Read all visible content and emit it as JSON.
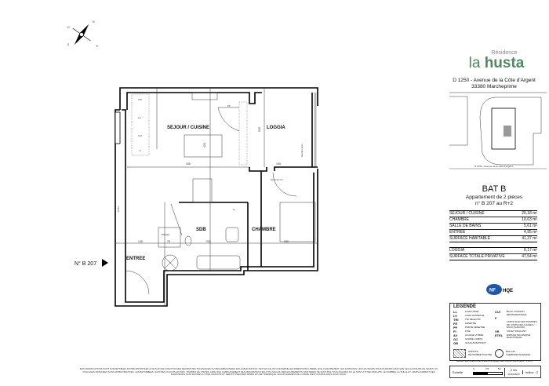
{
  "brand": {
    "prefix": "Résidence",
    "name_light": "la",
    "name_bold": "husta",
    "color": "#4e8a5c"
  },
  "address": {
    "line1": "D 1250 - Avenue de la Côte d'Argent",
    "line2": "33380 Marcheprime"
  },
  "site_plan": {
    "road_label": "D 1250 - Avenue de la Côte d'Argent"
  },
  "compass": {
    "n": "N",
    "s": "S",
    "e": "E",
    "o": "O"
  },
  "apartment": {
    "building": "BAT B",
    "type": "Appartement de 2 pièces",
    "number": "n° B 207 au R+2"
  },
  "surfaces": [
    {
      "room": "SEJOUR / CUISINE",
      "area": "20,18 m²"
    },
    {
      "room": "CHAMBRE",
      "area": "10,63 m²"
    },
    {
      "room": "SALLE DE BAINS",
      "area": "5,61 m²"
    },
    {
      "room": "ENTREE",
      "area": "4,95 m²"
    }
  ],
  "surface_habitable": {
    "label": "SURFACE HABITABLE",
    "area": "41,37 m²"
  },
  "loggia": {
    "label": "LOGGIA",
    "area": "6,17 m²"
  },
  "surface_totale": {
    "label": "SURFACE TOTALE PRIVATIVE",
    "area": "47,54 m²"
  },
  "certification": {
    "nf": "NF",
    "hqe": "HQE"
  },
  "plan": {
    "rooms": {
      "sejour": "SEJOUR / CUISINE",
      "loggia": "LOGGIA",
      "sdb": "SDB",
      "chambre": "CHAMBRE",
      "entree": "ENTREE"
    },
    "entry_label": "N° B 207",
    "dims": {
      "d435": "435",
      "d423": "423",
      "d190": "190",
      "d500": "500",
      "d145": "145",
      "d75": "75",
      "d220": "220",
      "d330": "330"
    },
    "annotations": {
      "tri": "TRI",
      "lv": "LV",
      "cui": "CUI",
      "f": "F",
      "pf": "PF",
      "ll": "LL",
      "etel": "ETEL",
      "placard": "Placard",
      "gc": "Garde-corps",
      "sout": "Seuil ≤2 cm"
    }
  },
  "legend": {
    "title": "LEGENDE",
    "items_left": [
      {
        "code": "LL",
        "text": "LAVE LINGE"
      },
      {
        "code": "LV",
        "text": "LAVE VAISSELLE"
      },
      {
        "code": "TRI",
        "text": "TRI SELECTIF"
      },
      {
        "code": "FE",
        "text": "FENETRE"
      },
      {
        "code": "PF",
        "text": "PORTE FENETRE"
      },
      {
        "code": "FI",
        "text": "FIXE"
      },
      {
        "code": "AV",
        "text": "ALLEGE VITREE"
      },
      {
        "code": "GC",
        "text": "GARDE-CORPS"
      },
      {
        "code": "OB",
        "text": "OCULUS BATTANT"
      }
    ],
    "items_right": [
      {
        "code": "CUI",
        "text": "BLOC CUISSON REFRIGERATEUR"
      },
      {
        "code": "F",
        "text": ""
      },
      {
        "code": "",
        "text": "LIMITE SUR DES TRAPPES DE VISITE DES GAINES / FAUX PLAFOND"
      },
      {
        "code": "VR",
        "text": "VOLET ROULANT"
      },
      {
        "code": "ETEL",
        "text": "ESPACE TECHNIQUE ELECTRIQUE"
      }
    ],
    "soffite": "SOFFITE",
    "retombee": "RETOMBEE POUTRE",
    "ballon": "BALLON THERMODYNAMIQUE",
    "hsp_note": "Hauteur sous plafond des pièces principales sauf mention particulière : 2,50 m",
    "scale_label": "Echelle",
    "scale_ticks": [
      "0",
      "2.5",
      "5m"
    ],
    "level": "2 niv",
    "date": "26/10/2023",
    "index": "Indice : 2"
  },
  "disclaimer": "DES MODIFICATIONS SONT SUSCEPTIBLES D'ETRE APPORTEES A CE PLAN EN FONCTION DES NECESSITES TECHNIQUES OU REGLEMENTAIRES DE LA REALISATION, TANT EN CE QUI CONCERNE LES DIMENSIONS LIBRES, QUE L'EQUIPEMENT. LES SURFACES, LES HAUTEURS SOUS PLAFOND AINSI QUE LES HAUTEURS DE SEUILS OU D'ALLEGES INDIQUEES SONT APPROXIMATIVES. LES RETOMBEES, SOFFITES, FAUX PLAFONDS, TRAPPES DE VISITES, AINSI QUE L'EMPLACEMENT DES DESCENTES D'EAUX PLUVIALES, DES EQUIPEMENTS SANITAIRES NE SONT PAS TOUS FIGURES OU LE SONT A TITRE INDICATIF. LE NOMBRE, LA TAILLE ET L'EMPLACEMENT DES RADIATEURS SONT DONNES A TITRE INDICATIF ET SERONT PRECISES APRES ETUDE THERMIQUE. AUCUN ELEMENT DE CUISINE N'EST FOURNI HORS ACHAT PACK."
}
